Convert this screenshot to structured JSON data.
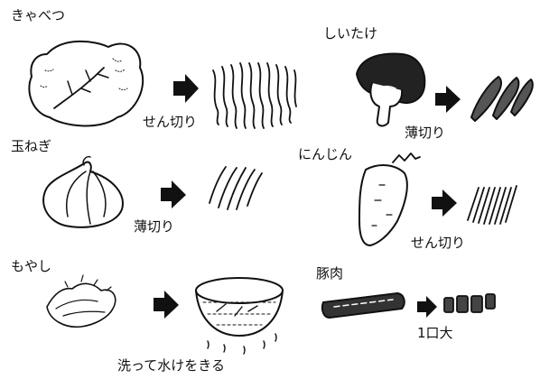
{
  "items": {
    "cabbage": {
      "name": "きゃべつ",
      "cut": "せん切り"
    },
    "shiitake": {
      "name": "しいたけ",
      "cut": "薄切り"
    },
    "onion": {
      "name": "玉ねぎ",
      "cut": "薄切り"
    },
    "carrot": {
      "name": "にんじん",
      "cut": "せん切り"
    },
    "moyashi": {
      "name": "もやし",
      "cut": "洗って水けをきる"
    },
    "pork": {
      "name": "豚肉",
      "cut": "1口大"
    }
  }
}
